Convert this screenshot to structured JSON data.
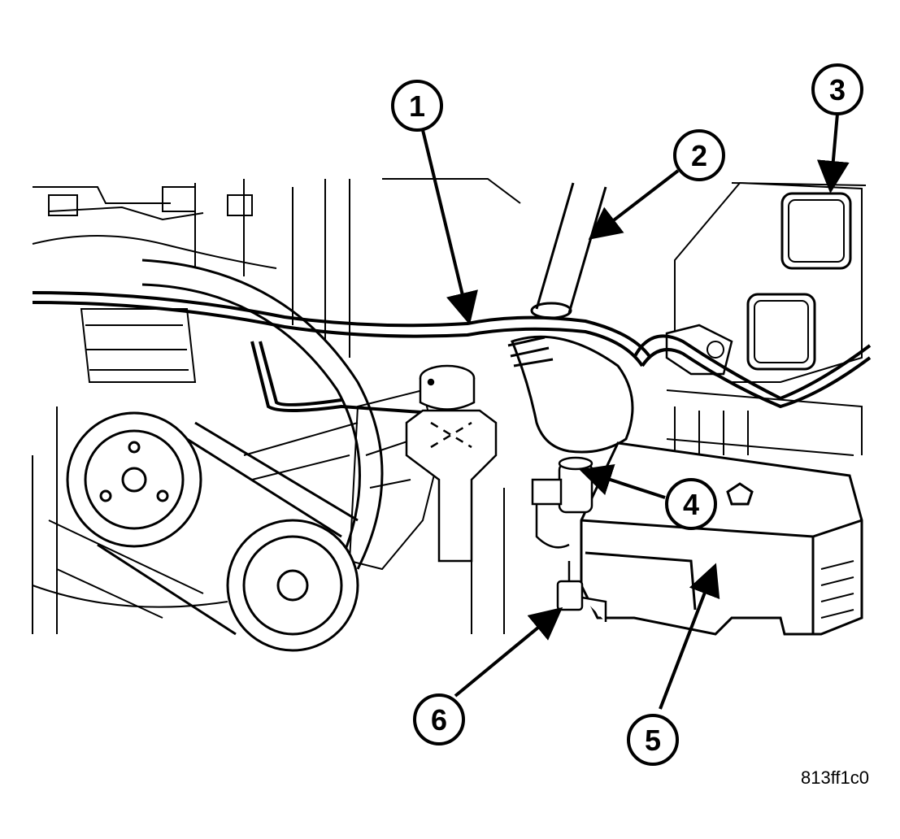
{
  "callouts": [
    {
      "id": "callout-1",
      "label": "1"
    },
    {
      "id": "callout-2",
      "label": "2"
    },
    {
      "id": "callout-3",
      "label": "3"
    },
    {
      "id": "callout-4",
      "label": "4"
    },
    {
      "id": "callout-5",
      "label": "5"
    },
    {
      "id": "callout-6",
      "label": "6"
    }
  ],
  "figure_id": "813ff1c0"
}
